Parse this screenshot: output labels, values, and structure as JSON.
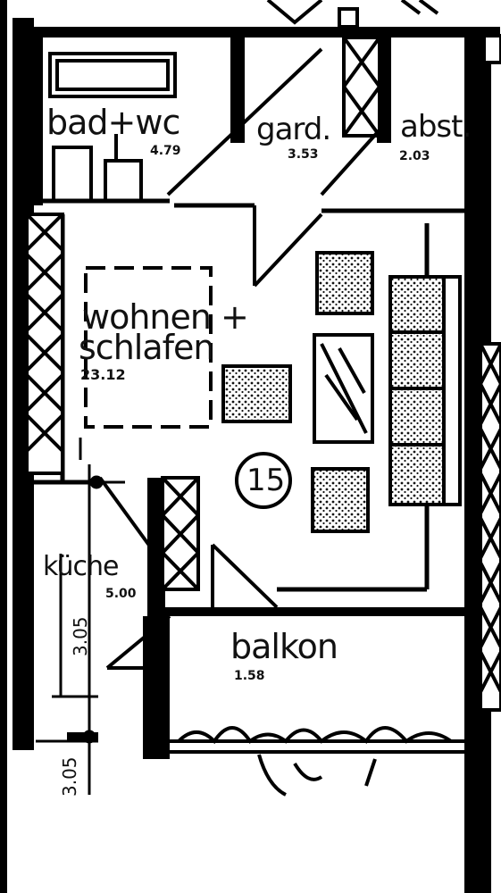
{
  "rooms": {
    "bad_wc": {
      "name": "bad+wc",
      "area": "4.79"
    },
    "gard": {
      "name": "gard.",
      "area": "3.53"
    },
    "abst": {
      "name": "abst.",
      "area": "2.03"
    },
    "wohnen_schlafen": {
      "name_line1": "wohnen +",
      "name_line2": "schlafen",
      "area": "23.12"
    },
    "kueche": {
      "name": "küche",
      "area": "5.00"
    },
    "balkon": {
      "name": "balkon",
      "area": "1.58"
    }
  },
  "unit_number": "15",
  "dimensions": {
    "kitchen_width": "3.05",
    "balcony_width": "3.05"
  },
  "colors": {
    "ink": "#000000",
    "paper": "#ffffff",
    "hatch": "#1a1a1a"
  }
}
